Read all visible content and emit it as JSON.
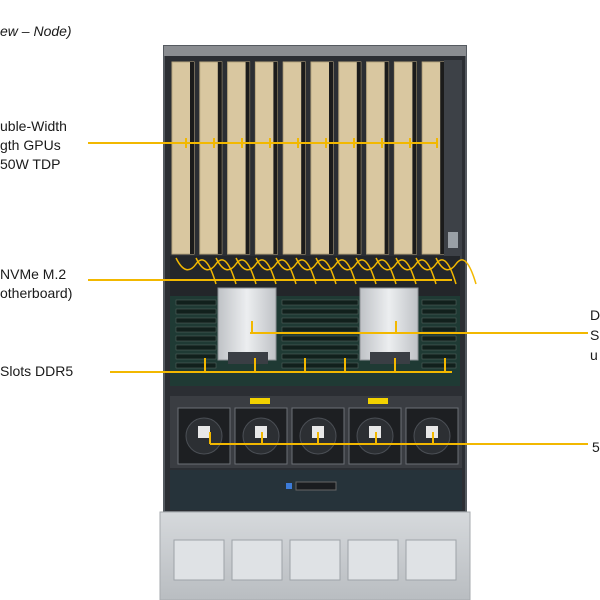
{
  "header": {
    "text": "ew – Node)"
  },
  "callouts": {
    "gpus": {
      "lines": [
        "uble-Width",
        "gth GPUs",
        "50W TDP"
      ]
    },
    "nvme": {
      "lines": [
        "NVMe M.2",
        "otherboard)"
      ]
    },
    "dimm": {
      "text": "Slots DDR5"
    },
    "cpu": {
      "lines": [
        "D",
        "S",
        "u"
      ]
    },
    "fans": {
      "text": "5"
    }
  },
  "colors": {
    "leader": "#f2b800",
    "gpu_card": "#d9c7a0",
    "chassis": "#2b2e33",
    "chassis_top": "#8a8d91",
    "bottom_panel": "#c9ccd0"
  }
}
